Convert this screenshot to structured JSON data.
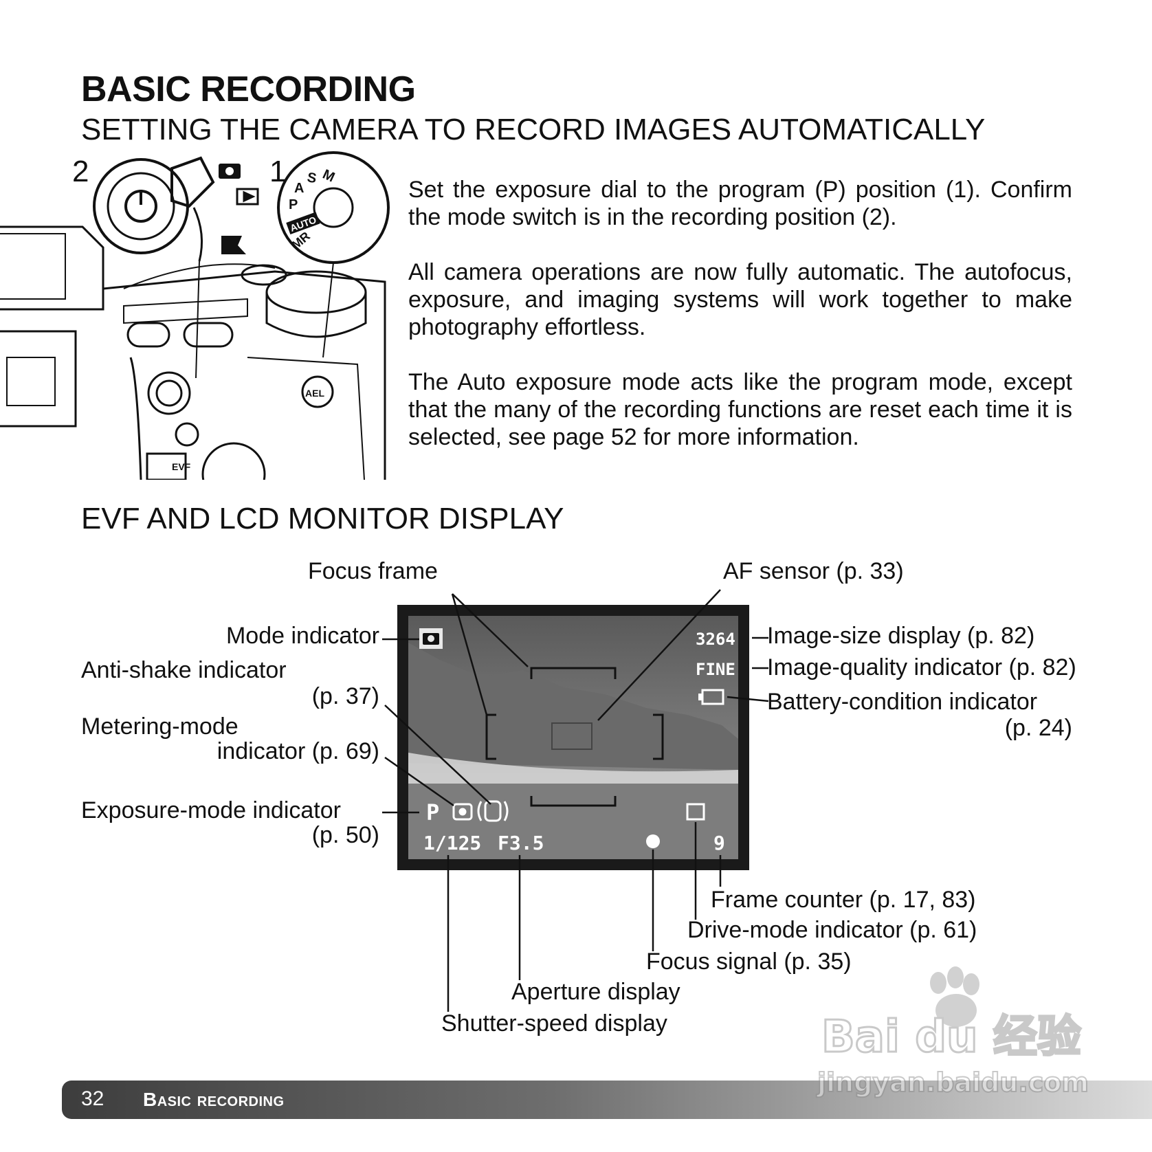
{
  "header": {
    "title": "BASIC RECORDING",
    "subtitle": "SETTING THE CAMERA TO RECORD IMAGES AUTOMATICALLY"
  },
  "camera_figure": {
    "callout_2": "2",
    "callout_1": "1",
    "dial_marks": [
      "M",
      "S",
      "A",
      "P",
      "AUTO",
      "MR"
    ],
    "button_labels": [
      "AEL",
      "EVF"
    ]
  },
  "body": {
    "p1": "Set the exposure dial to the program (P) position (1). Confirm the mode switch is in the recording position (2).",
    "p2": "All camera operations are now fully automatic. The autofocus, exposure, and imaging systems will work together to make photography effortless.",
    "p3": "The Auto exposure mode acts like the program mode, except that the many of the recording functions are reset each time it is selected, see page 52 for more information."
  },
  "section2": {
    "title": "EVF AND LCD MONITOR DISPLAY"
  },
  "display": {
    "image_size": "3264",
    "quality": "FINE",
    "exposure_mode": "P",
    "shutter": "1/125",
    "aperture": "F3.5",
    "frame_count": "9"
  },
  "labels": {
    "focus_frame": "Focus frame",
    "af_sensor": "AF sensor (p. 33)",
    "mode_indicator": "Mode indicator",
    "anti_shake_1": "Anti-shake indicator",
    "anti_shake_2": "(p. 37)",
    "metering_1": "Metering-mode",
    "metering_2": "indicator (p. 69)",
    "exposure_1": "Exposure-mode indicator",
    "exposure_2": "(p. 50)",
    "image_size": "Image-size display (p. 82)",
    "image_quality": "Image-quality indicator (p. 82)",
    "battery_1": "Battery-condition indicator",
    "battery_2": "(p. 24)",
    "frame_counter": "Frame counter (p. 17, 83)",
    "drive_mode": "Drive-mode indicator (p. 61)",
    "focus_signal": "Focus signal (p. 35)",
    "aperture": "Aperture display",
    "shutter": "Shutter-speed display"
  },
  "footer": {
    "page_number": "32",
    "section_name": "Basic recording"
  },
  "watermark": {
    "line1": "Bai du 经验",
    "line2": "jingyan.baidu.com"
  }
}
